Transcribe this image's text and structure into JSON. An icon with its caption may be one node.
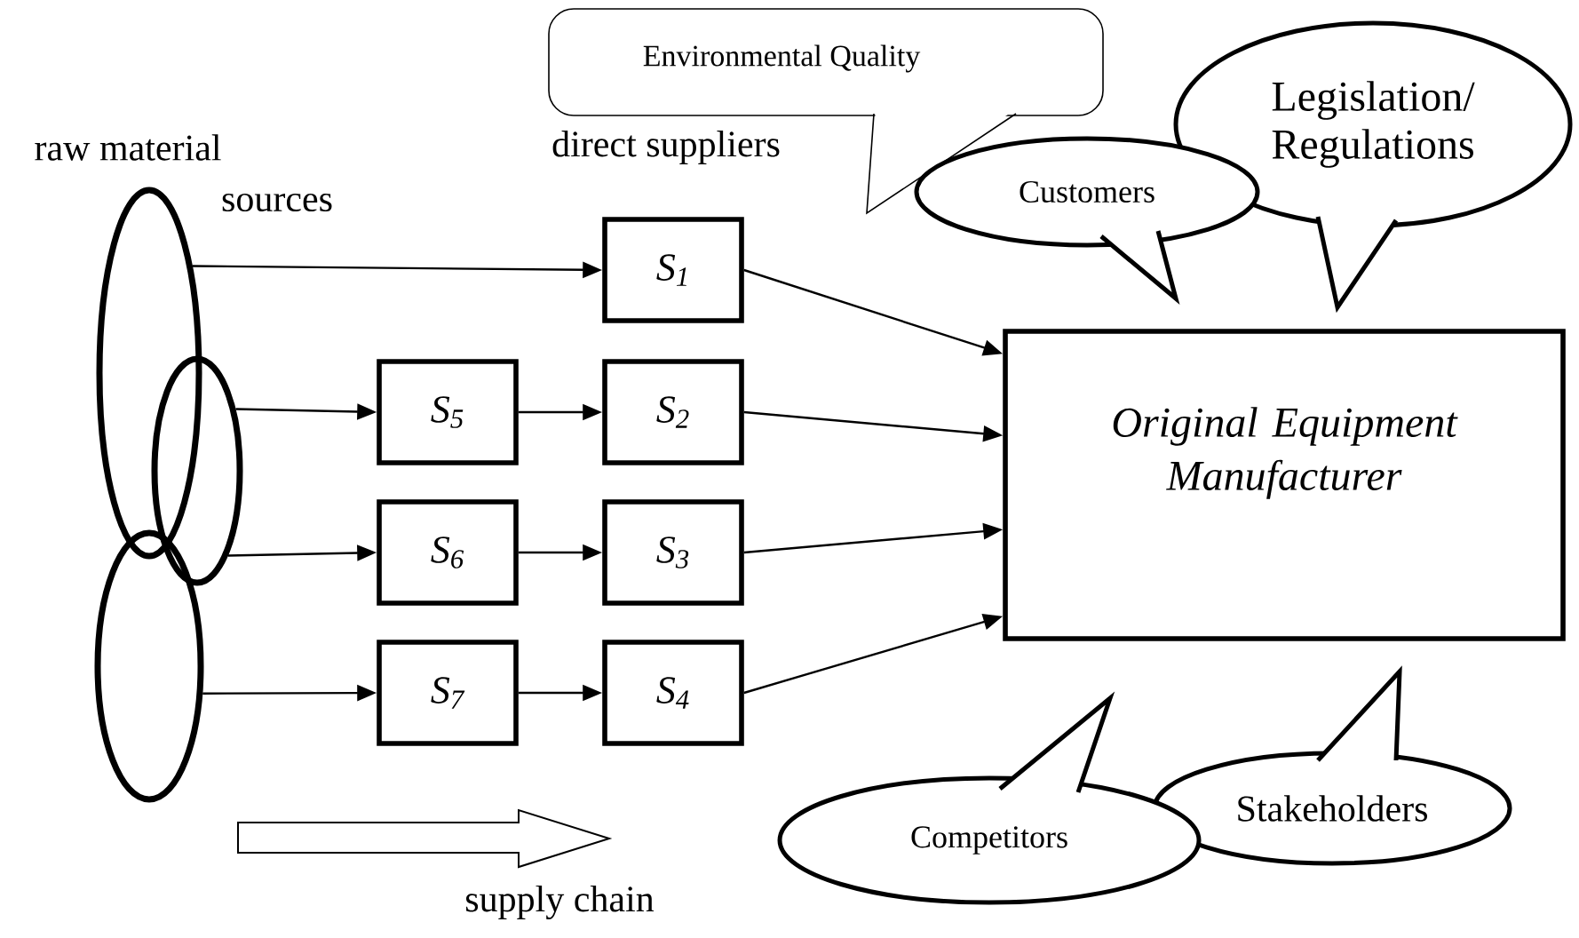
{
  "diagram": {
    "nodes": [
      {
        "text": [],
        "shape": "ellipse"
      },
      {
        "text": [],
        "shape": "ellipse"
      },
      {
        "text": [],
        "shape": "ellipse"
      },
      {
        "text": [
          "S$_{1}$"
        ]
      },
      {
        "text": [
          "S$_{5}$"
        ]
      },
      {
        "text": [
          "S$_{2}$"
        ]
      },
      {
        "text": [
          "S$_{6}$"
        ]
      },
      {
        "text": [
          "S$_{3}$"
        ]
      },
      {
        "text": [
          "S$_{7}$"
        ]
      },
      {
        "text": [
          "S$_{4}$"
        ]
      },
      {
        "text": [
          "Original Equipment Manufacturer"
        ]
      },
      {
        "text": [
          "Environmental Quality"
        ]
      },
      {
        "text": [
          "Legislation/ Regulations"
        ]
      },
      {
        "text": [
          "Customers"
        ]
      },
      {
        "text": [
          "Stakeholders"
        ]
      },
      {
        "text": [
          "Competitors"
        ]
      }
    ],
    "edges": [
      {
        "from": 0,
        "to": 3,
        "arrow": "to"
      },
      {
        "from": 1,
        "to": 4,
        "arrow": "to"
      },
      {
        "from": 1,
        "to": 6,
        "arrow": "to"
      },
      {
        "from": 2,
        "to": 8,
        "arrow": "to"
      },
      {
        "from": 4,
        "to": 5,
        "arrow": "to"
      },
      {
        "from": 6,
        "to": 7,
        "arrow": "to"
      },
      {
        "from": 8,
        "to": 9,
        "arrow": "to"
      },
      {
        "from": 3,
        "to": 10,
        "arrow": "to"
      },
      {
        "from": 5,
        "to": 10,
        "arrow": "to"
      },
      {
        "from": 7,
        "to": 10,
        "arrow": "to"
      },
      {
        "from": 9,
        "to": 10,
        "arrow": "to"
      }
    ],
    "labels": [
      "raw material",
      "sources",
      "direct suppliers",
      "supply chain"
    ]
  }
}
